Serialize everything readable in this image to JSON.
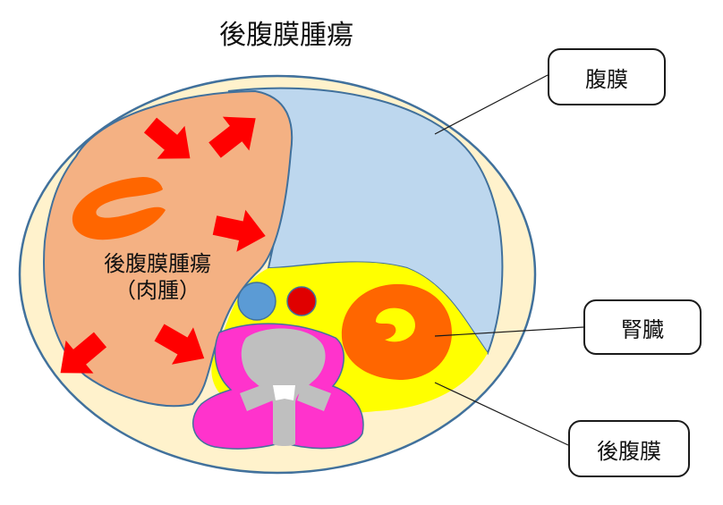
{
  "title": "後腹膜腫瘍",
  "tumor": {
    "name": "後腹膜腫瘍",
    "type": "（肉腫）"
  },
  "labels": {
    "peritoneum": "腹膜",
    "kidney": "腎臓",
    "retroperitoneum": "後腹膜"
  },
  "colors": {
    "body_fill": "#FFF2CC",
    "body_stroke": "#41719C",
    "peritoneal_cavity": "#BDD7EE",
    "tumor": "#F4B183",
    "kidney": "#FF6600",
    "retroperitoneum": "#FFFF00",
    "vessel_blue": "#5B9BD5",
    "vessel_red": "#E00000",
    "psoas_muscle": "#FF33CC",
    "vertebra": "#BFBFBF",
    "arrow": "#FF0000"
  }
}
